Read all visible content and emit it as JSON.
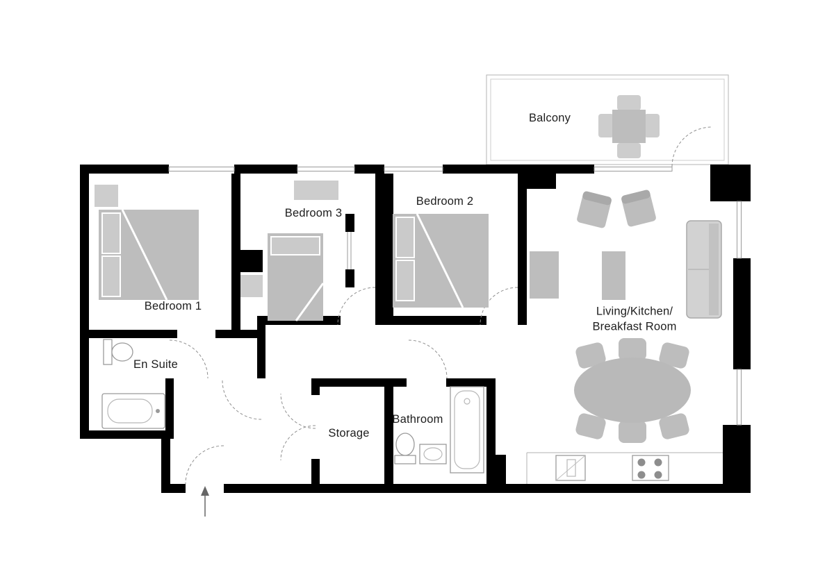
{
  "rooms": {
    "balcony": "Balcony",
    "bedroom1": "Bedroom 1",
    "bedroom2": "Bedroom 2",
    "bedroom3": "Bedroom 3",
    "ensuite": "En Suite",
    "storage": "Storage",
    "bathroom": "Bathroom",
    "living_line1": "Living/Kitchen/",
    "living_line2": "Breakfast Room"
  },
  "colors": {
    "wall": "#000000",
    "furniture": "#bdbdbd",
    "furniture_light": "#cdcdcd",
    "outline": "#b3b3b3",
    "text": "#1d1d1d",
    "background": "#ffffff"
  }
}
